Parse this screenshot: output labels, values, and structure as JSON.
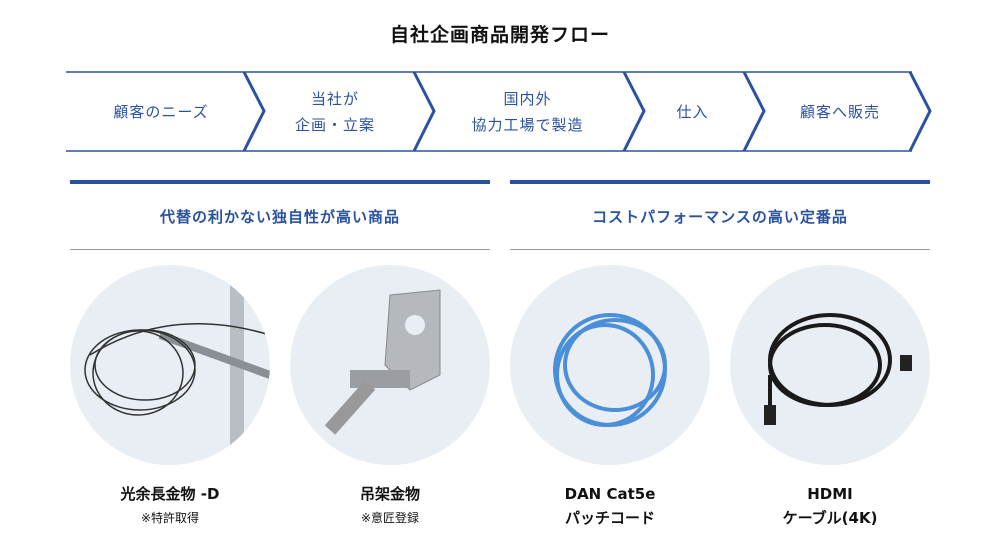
{
  "title": "自社企画商品開発フロー",
  "flow": [
    {
      "lines": [
        "顧客のニーズ"
      ]
    },
    {
      "lines": [
        "当社が",
        "企画・立案"
      ]
    },
    {
      "lines": [
        "国内外",
        "協力工場で製造"
      ]
    },
    {
      "lines": [
        "仕入"
      ]
    },
    {
      "lines": [
        "顧客へ販売"
      ]
    }
  ],
  "sections": [
    {
      "title": "代替の利かない独自性が高い商品"
    },
    {
      "title": "コストパフォーマンスの高い定番品"
    }
  ],
  "products": [
    {
      "name": "光余長金物 -D",
      "note": "※特許取得"
    },
    {
      "name": "吊架金物",
      "note": "※意匠登録"
    },
    {
      "name": "DAN Cat5e",
      "name2": "パッチコード"
    },
    {
      "name": "HDMI",
      "name2": "ケーブル(4K)"
    }
  ],
  "colors": {
    "accent": "#2a52a0",
    "circle": "#e9eef5"
  }
}
